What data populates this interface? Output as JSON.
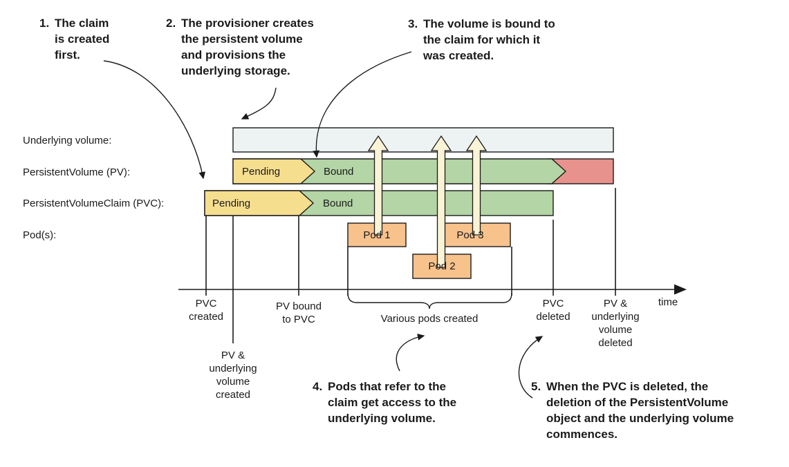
{
  "rows": {
    "underlying": "Underlying volume:",
    "pv": "PersistentVolume (PV):",
    "pvc": "PersistentVolumeClaim (PVC):",
    "pods": "Pod(s):"
  },
  "bars": {
    "pv_pending": "Pending",
    "pv_bound": "Bound",
    "pvc_pending": "Pending",
    "pvc_bound": "Bound"
  },
  "pods": {
    "pod1": "Pod 1",
    "pod2": "Pod 2",
    "pod3": "Pod 3"
  },
  "axis": {
    "tick_pvc_created": "PVC\ncreated",
    "tick_pv_uv_created": "PV &\nunderlying\nvolume\ncreated",
    "tick_pv_bound": "PV bound\nto PVC",
    "tick_various_pods": "Various pods created",
    "tick_pvc_deleted": "PVC\ndeleted",
    "tick_pv_uv_deleted": "PV &\nunderlying\nvolume\ndeleted",
    "time": "time"
  },
  "annotations": {
    "a1": {
      "num": "1.",
      "text": "The claim\nis created\nfirst."
    },
    "a2": {
      "num": "2.",
      "text": "The provisioner creates\nthe persistent volume\nand provisions the\nunderlying storage."
    },
    "a3": {
      "num": "3.",
      "text": "The volume is bound to\nthe claim for which it\nwas created."
    },
    "a4": {
      "num": "4.",
      "text": "Pods that refer to the\nclaim get access to the\nunderlying volume."
    },
    "a5": {
      "num": "5.",
      "text": "When the PVC is deleted, the\ndeletion of the PersistentVolume\nobject and the underlying volume\ncommences."
    }
  },
  "colors": {
    "pending_yellow": "#F6DE8F",
    "bound_green": "#B4D5A6",
    "deleted_red": "#E8928E",
    "underlying_gray": "#EDF2F3",
    "pod_orange": "#F7C28C",
    "access_arrow_cream": "#FAF3D6",
    "stroke": "#1a1a1a"
  }
}
